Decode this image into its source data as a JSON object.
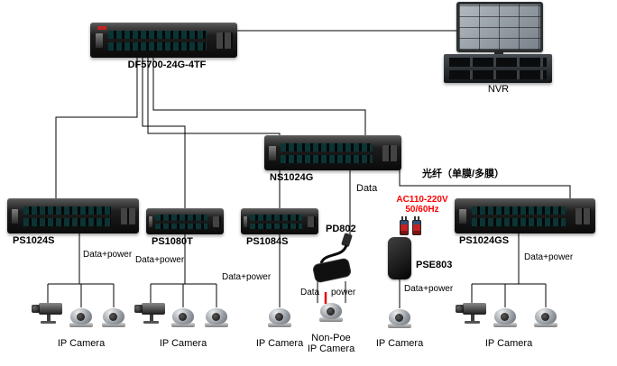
{
  "diagram": {
    "devices": {
      "df5700": "DF5700-24G-4TF",
      "nvr": "NVR",
      "ns1024g": "NS1024G",
      "ps1024s": "PS1024S",
      "ps1080t": "PS1080T",
      "ps1084s": "PS1084S",
      "ps1024gs": "PS1024GS",
      "pd802": "PD802",
      "pse803": "PSE803"
    },
    "annotations": {
      "fiber": "光纤（单膜/多膜）",
      "ac_line1": "AC110-220V",
      "ac_line2": "50/60Hz",
      "data": "Data",
      "power": "power",
      "data_power": "Data+power",
      "non_poe": "Non-Poe",
      "ip_camera": "IP Camera"
    },
    "colors": {
      "ac_text": "#ff0000",
      "power_wire": "#e11111",
      "line": "#000000"
    }
  }
}
